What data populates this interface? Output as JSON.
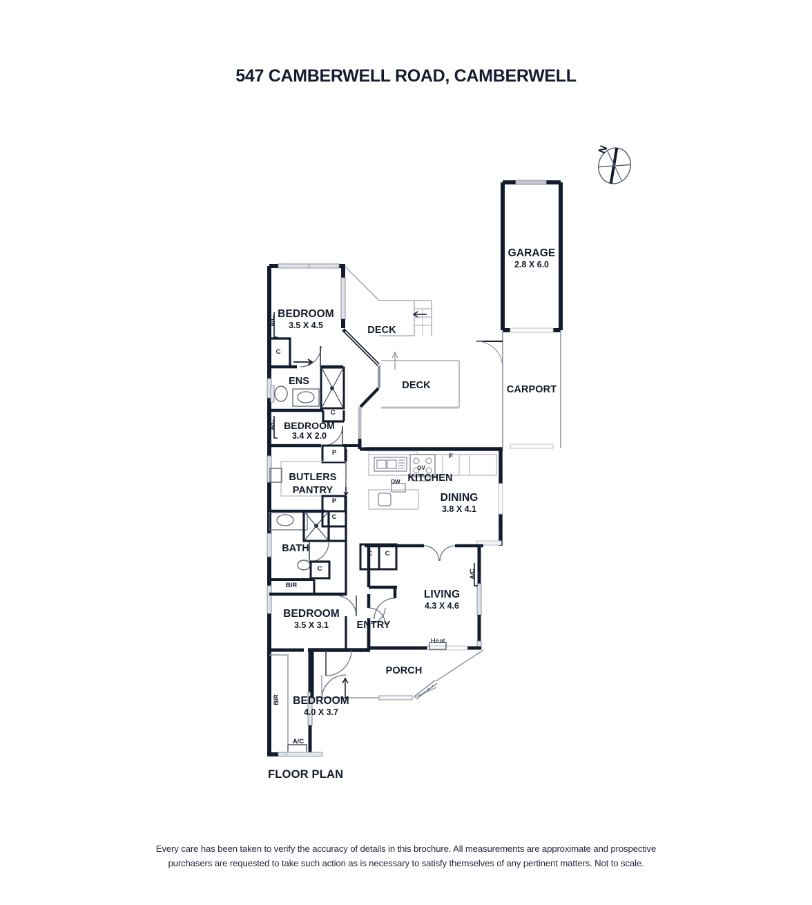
{
  "document": {
    "title": "547 CAMBERWELL ROAD, CAMBERWELL",
    "plan_label": "FLOOR PLAN",
    "disclaimer_line1": "Every care has been taken to verify the accuracy of details in this brochure. All measurements are approximate and prospective",
    "disclaimer_line2": "purchasers are requested to take such action as is necessary to satisfy themselves of any pertinent matters. Not to scale."
  },
  "compass": {
    "north_label": "N"
  },
  "colors": {
    "wall": "#131c2e",
    "thin_wall": "#8d95a3",
    "window": "#b9bfc8",
    "text": "#141c2e",
    "background": "#ffffff"
  },
  "rooms": [
    {
      "id": "garage",
      "name": "GARAGE",
      "dimensions": "2.8 X 6.0"
    },
    {
      "id": "carport",
      "name": "CARPORT",
      "dimensions": ""
    },
    {
      "id": "bedroom1",
      "name": "BEDROOM",
      "dimensions": "3.5 X 4.5"
    },
    {
      "id": "ens",
      "name": "ENS",
      "dimensions": ""
    },
    {
      "id": "bedroom2",
      "name": "BEDROOM",
      "dimensions": "3.4 X 2.0"
    },
    {
      "id": "deck-upper",
      "name": "DECK",
      "dimensions": ""
    },
    {
      "id": "deck-lower",
      "name": "DECK",
      "dimensions": ""
    },
    {
      "id": "butlers",
      "name": "BUTLERS",
      "dimensions": "PANTRY"
    },
    {
      "id": "kitchen",
      "name": "KITCHEN",
      "dimensions": ""
    },
    {
      "id": "dining",
      "name": "DINING",
      "dimensions": "3.8 X 4.1"
    },
    {
      "id": "bath",
      "name": "BATH",
      "dimensions": ""
    },
    {
      "id": "bedroom3",
      "name": "BEDROOM",
      "dimensions": "3.5 X 3.1"
    },
    {
      "id": "living",
      "name": "LIVING",
      "dimensions": "4.3 X 4.6"
    },
    {
      "id": "entry",
      "name": "ENTRY",
      "dimensions": ""
    },
    {
      "id": "porch",
      "name": "PORCH",
      "dimensions": ""
    },
    {
      "id": "bedroom4",
      "name": "BEDROOM",
      "dimensions": "4.0 X 3.7"
    }
  ],
  "annotations": {
    "closet_c": "C",
    "pantry_p": "P",
    "fridge_f": "F",
    "oven": "OV",
    "dishwasher": "DW",
    "built_in_robe": "BIR",
    "air_con": "A/C",
    "heater": "Heat"
  }
}
